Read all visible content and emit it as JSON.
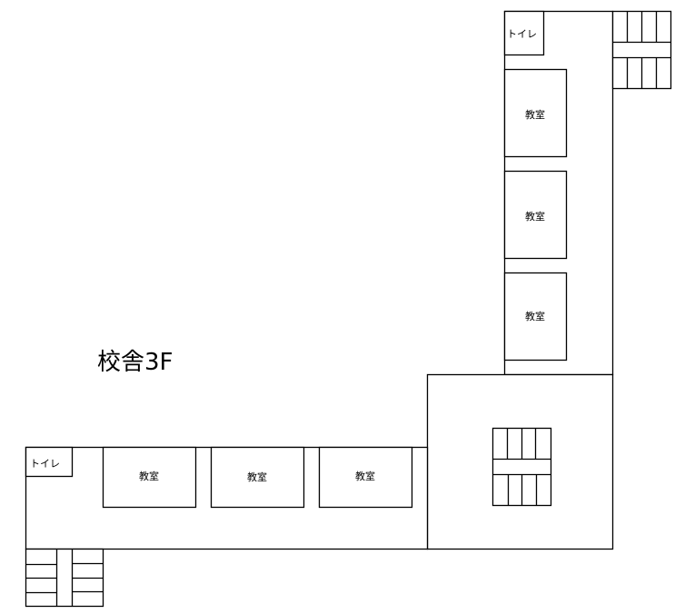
{
  "title": "校舎3F",
  "rooms": {
    "toilet_top": "トイレ",
    "toilet_bottom": "トイレ",
    "classrooms_right": [
      "教室",
      "教室",
      "教室"
    ],
    "classrooms_bottom": [
      "教室",
      "教室",
      "教室"
    ]
  }
}
